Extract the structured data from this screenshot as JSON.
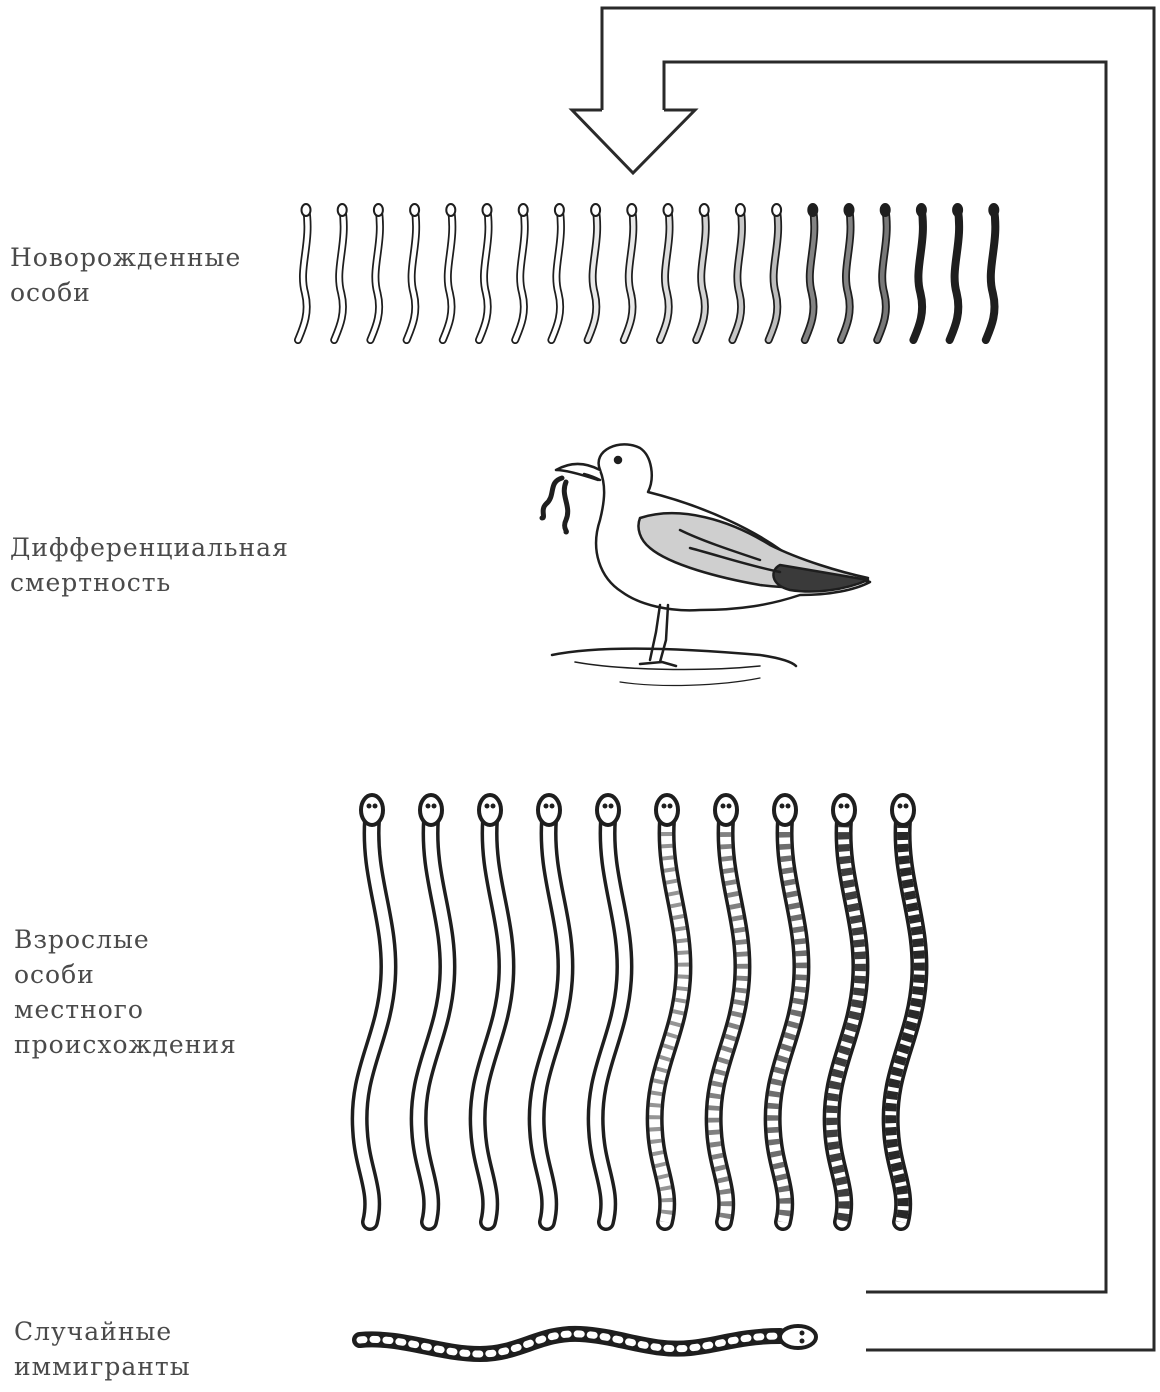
{
  "labels": {
    "newborn": [
      "Новорожденные",
      "особи"
    ],
    "mortality": [
      "Дифференциальная",
      "смертность"
    ],
    "adults": [
      "Взрослые",
      "особи",
      "местного",
      "происхождения"
    ],
    "immigrants": [
      "Случайные",
      "иммигранты"
    ]
  },
  "newborn_snakes": {
    "count": 20,
    "darkness": [
      0,
      0,
      0,
      0,
      0,
      0,
      0,
      0,
      0.1,
      0.1,
      0.15,
      0.2,
      0.25,
      0.3,
      0.55,
      0.55,
      0.6,
      1,
      1,
      1
    ]
  },
  "adult_snakes": {
    "count": 10,
    "banding": [
      0,
      0,
      0,
      0,
      0,
      0.2,
      0.35,
      0.5,
      0.85,
      1
    ]
  },
  "immigrant_snake": {
    "banding": 1
  },
  "colors": {
    "ink": "#1e1e1e",
    "line": "#2a2a2a",
    "paper": "#ffffff",
    "label": "#4a4a4a"
  },
  "icons": {
    "feedback_arrow": "down-arrow-icon",
    "predator": "seagull-icon"
  }
}
